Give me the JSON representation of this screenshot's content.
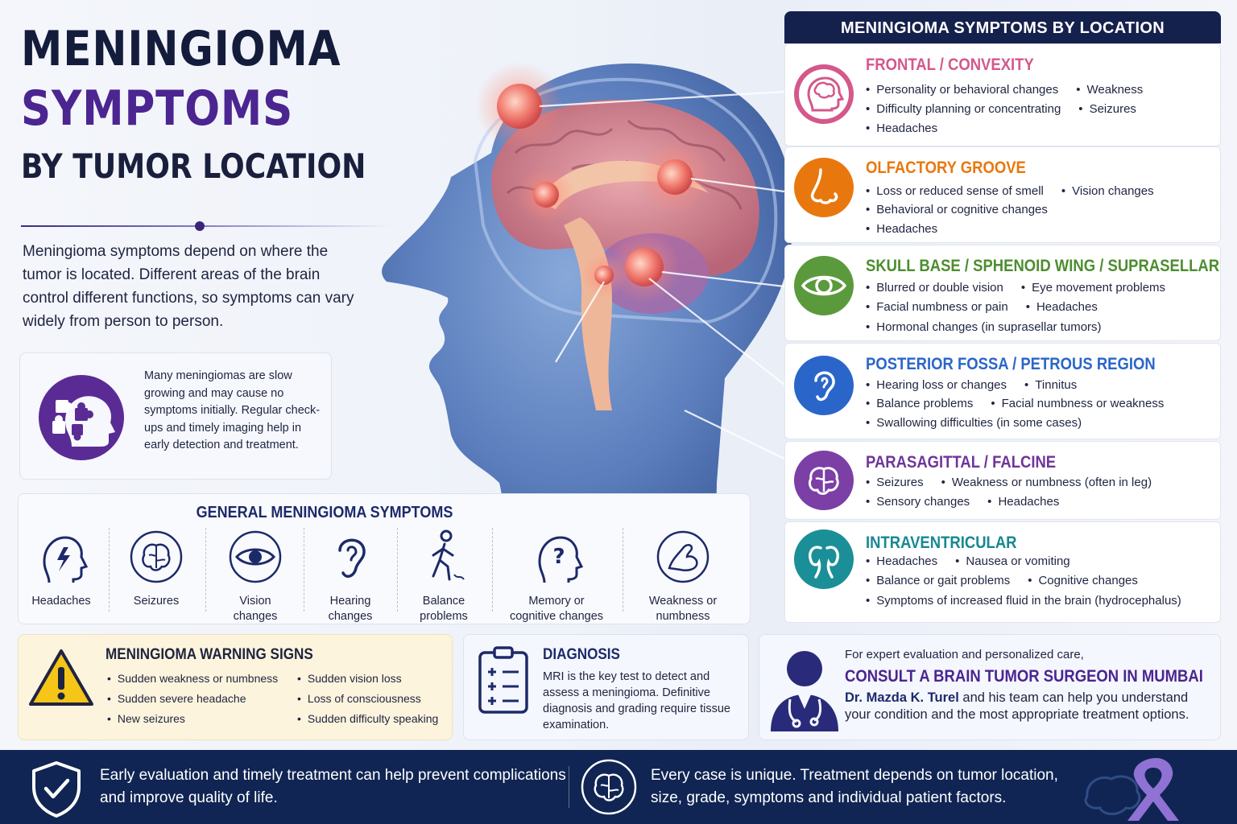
{
  "title": {
    "line1": "MENINGIOMA",
    "line2": "SYMPTOMS",
    "line3": "BY TUMOR LOCATION"
  },
  "intro": "Meningioma symptoms depend on where the tumor is located. Different areas of the brain control different functions, so symptoms can vary widely from person to person.",
  "note": {
    "icon": "puzzle-head-icon",
    "text": "Many meningiomas are slow growing and may cause no symptoms initially. Regular check-ups and timely imaging help in early detection and treatment."
  },
  "locations": {
    "header": "MENINGIOMA SYMPTOMS BY LOCATION",
    "cards": [
      {
        "title": "FRONTAL / CONVEXITY",
        "icon": "brain-head-icon",
        "color": "#d4588a",
        "rows": [
          [
            "Personality or behavioral changes",
            "Weakness"
          ],
          [
            "Difficulty planning or concentrating",
            "Seizures"
          ],
          [
            "Headaches"
          ]
        ]
      },
      {
        "title": "OLFACTORY GROOVE",
        "icon": "nose-icon",
        "color": "#e8780e",
        "rows": [
          [
            "Loss or reduced sense of smell",
            "Vision changes"
          ],
          [
            "Behavioral or cognitive changes"
          ],
          [
            "Headaches"
          ]
        ]
      },
      {
        "title": "SKULL BASE / SPHENOID WING / SUPRASELLAR",
        "icon": "eye-icon",
        "color": "#5b9a3c",
        "rows": [
          [
            "Blurred or double vision",
            "Eye movement problems"
          ],
          [
            "Facial numbness or pain",
            "Headaches"
          ],
          [
            "Hormonal changes (in suprasellar tumors)"
          ]
        ]
      },
      {
        "title": "POSTERIOR FOSSA / PETROUS REGION",
        "icon": "ear-icon",
        "color": "#2a66c9",
        "rows": [
          [
            "Hearing loss or changes",
            "Tinnitus"
          ],
          [
            "Balance problems",
            "Facial numbness or weakness"
          ],
          [
            "Swallowing difficulties (in some cases)"
          ]
        ]
      },
      {
        "title": "PARASAGITTAL / FALCINE",
        "icon": "brain-icon",
        "color": "#7b3fa6",
        "rows": [
          [
            "Seizures",
            "Weakness or numbness (often in leg)"
          ],
          [
            "Sensory changes",
            "Headaches"
          ]
        ]
      },
      {
        "title": "INTRAVENTRICULAR",
        "icon": "ventricles-icon",
        "color": "#1b8f97",
        "rows": [
          [
            "Headaches",
            "Nausea or vomiting"
          ],
          [
            "Balance or gait problems",
            "Cognitive changes"
          ],
          [
            "Symptoms of increased fluid in the brain (hydrocephalus)"
          ]
        ]
      }
    ]
  },
  "general": {
    "title": "GENERAL MENINGIOMA SYMPTOMS",
    "items": [
      {
        "label1": "Headaches",
        "label2": "",
        "icon": "headache-icon"
      },
      {
        "label1": "Seizures",
        "label2": "",
        "icon": "brain-icon"
      },
      {
        "label1": "Vision",
        "label2": "changes",
        "icon": "eye-icon"
      },
      {
        "label1": "Hearing",
        "label2": "changes",
        "icon": "ear-icon"
      },
      {
        "label1": "Balance",
        "label2": "problems",
        "icon": "walking-person-icon"
      },
      {
        "label1": "Memory or",
        "label2": "cognitive changes",
        "icon": "question-head-icon"
      },
      {
        "label1": "Weakness or",
        "label2": "numbness",
        "icon": "arm-icon"
      }
    ]
  },
  "warning": {
    "title": "MENINGIOMA WARNING SIGNS",
    "icon": "warning-triangle-icon",
    "col1": [
      "Sudden weakness or numbness",
      "Sudden severe headache",
      "New seizures"
    ],
    "col2": [
      "Sudden vision loss",
      "Loss of consciousness",
      "Sudden difficulty speaking"
    ]
  },
  "diagnosis": {
    "title": "DIAGNOSIS",
    "icon": "clipboard-icon",
    "text": "MRI is the key test to detect and assess a meningioma. Definitive diagnosis and grading require tissue examination."
  },
  "consult": {
    "pre": "For expert evaluation and personalized care,",
    "title": "CONSULT A BRAIN TUMOR SURGEON IN MUMBAI",
    "doctor": "Dr. Mazda K. Turel",
    "text": " and his team can help you understand your condition and the most appropriate treatment options.",
    "icon": "doctor-icon"
  },
  "footer": {
    "text1": "Early evaluation and timely treatment can help prevent complications and improve quality of life.",
    "text2": "Every case is unique. Treatment depends on tumor location, size, grade, symptoms and individual patient factors.",
    "icons": [
      "shield-check-icon",
      "brain-icon",
      "awareness-ribbon-icon"
    ]
  },
  "colors": {
    "navy": "#15214d",
    "purple": "#4b2590",
    "footer": "#102553",
    "warning_bg": "#fdf4dd"
  }
}
